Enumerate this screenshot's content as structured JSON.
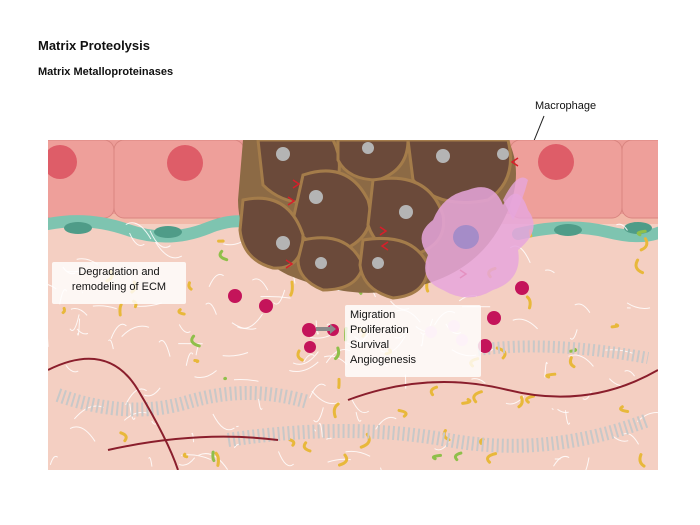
{
  "header": {
    "title": "Matrix Proteolysis",
    "subtitle": "Matrix Metalloproteinases"
  },
  "labels": {
    "macrophage": "Macrophage",
    "degradation_line1": "Degradation and",
    "degradation_line2": "remodeling of ECM",
    "effects": [
      "Migration",
      "Proliferation",
      "Survival",
      "Angiogenesis"
    ]
  },
  "colors": {
    "tissue_background": "#f4cfc2",
    "epithelial_cell": "#ec9c97",
    "epithelial_nucleus": "#de5d68",
    "tumor_cell": "#6b4a3a",
    "tumor_outline": "#a47c4a",
    "tumor_nucleus": "#b4b4b4",
    "macrophage": "#e6a6dc",
    "macrophage_nucleus": "#a58cc8",
    "endothelial": "#7ec4b0",
    "collagen_fiber": "#e8b83a",
    "growth_factor": "#c4145a",
    "growth_factor_light": "#f4b8d8",
    "mmp_marker": "#d81e2a",
    "ecm_mesh": "#ffffff"
  }
}
